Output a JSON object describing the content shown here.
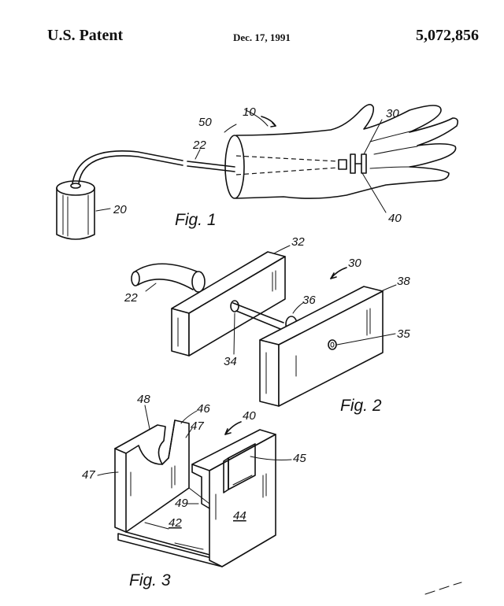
{
  "header": {
    "left": "U.S. Patent",
    "date": "Dec. 17, 1991",
    "number": "5,072,856"
  },
  "figures": {
    "fig1": {
      "caption": "Fig. 1",
      "labels": [
        "10",
        "50",
        "22",
        "30",
        "20",
        "40"
      ]
    },
    "fig2": {
      "caption": "Fig. 2",
      "labels": [
        "32",
        "30",
        "38",
        "22",
        "36",
        "35",
        "34"
      ]
    },
    "fig3": {
      "caption": "Fig. 3",
      "labels": [
        "48",
        "46",
        "40",
        "47",
        "45",
        "47",
        "49",
        "42",
        "44"
      ]
    }
  }
}
